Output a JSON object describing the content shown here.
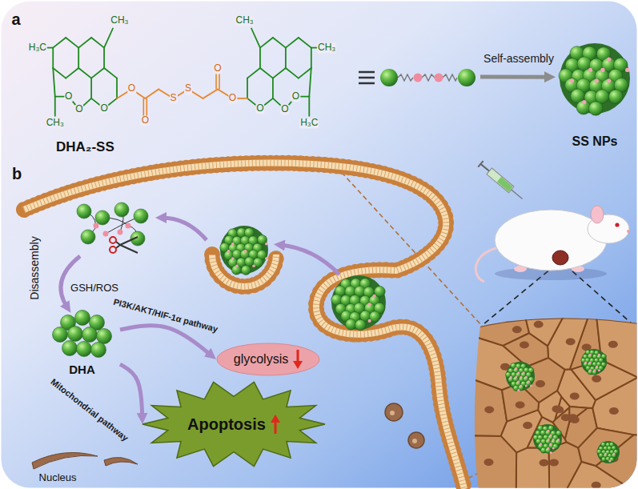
{
  "diagram": {
    "nodes": [
      {
        "text": [
          "DHA₂-SS"
        ]
      },
      {
        "text": [
          "SS NPs"
        ]
      },
      {
        "text": [
          "DHA"
        ]
      },
      {
        "text": [
          "glycolysis"
        ]
      },
      {
        "text": [
          "Apoptosis"
        ]
      }
    ],
    "edges": [
      {
        "from": 0,
        "to": 1,
        "arrow": "to",
        "label": "Self-assembly"
      },
      {
        "from": 2,
        "to": 3,
        "arrow": "to",
        "label": "PI3K/AKT/HIF-1α pathway"
      },
      {
        "from": 2,
        "to": 4,
        "arrow": "to",
        "label": "Mitochondrial pathway"
      }
    ],
    "labels": [
      "a",
      "H₃C",
      "CH₃",
      "O",
      "O",
      "O",
      "CH₃",
      "O",
      "O",
      "S",
      "S",
      "O",
      "O",
      "CH₃",
      "O",
      "O",
      "O",
      "CH₃",
      "H₃C",
      "b",
      "Disassembly",
      "GSH/ROS",
      "Nucleus"
    ]
  }
}
